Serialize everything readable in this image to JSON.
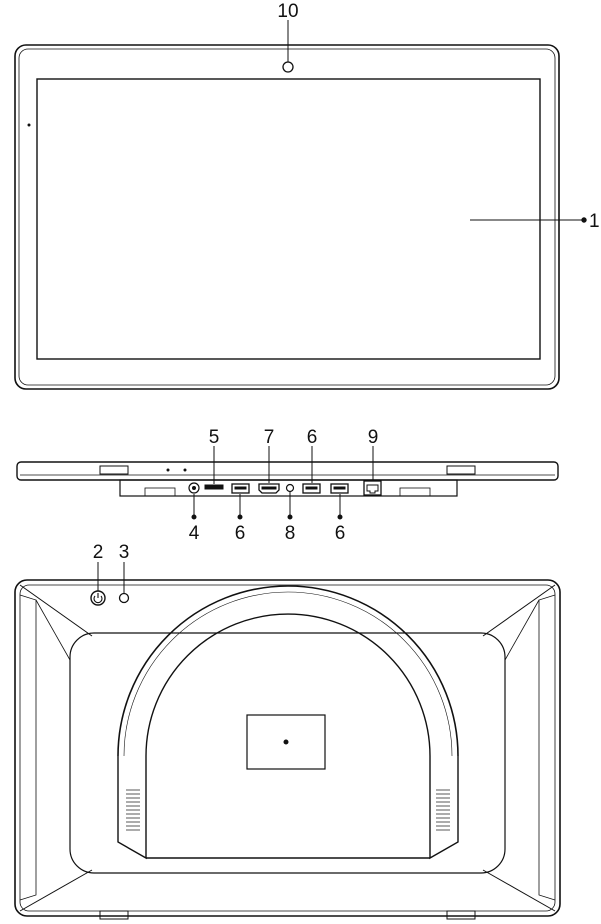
{
  "callouts": {
    "front_camera": "10",
    "screen": "1",
    "card_slot": "5",
    "hdmi_port": "7",
    "usb_port_top": "6",
    "lan_port": "9",
    "dc_jack": "4",
    "usb_port_bottom_left": "6",
    "audio_jack": "8",
    "usb_port_bottom_right": "6",
    "power_button": "2",
    "power_led": "3"
  }
}
